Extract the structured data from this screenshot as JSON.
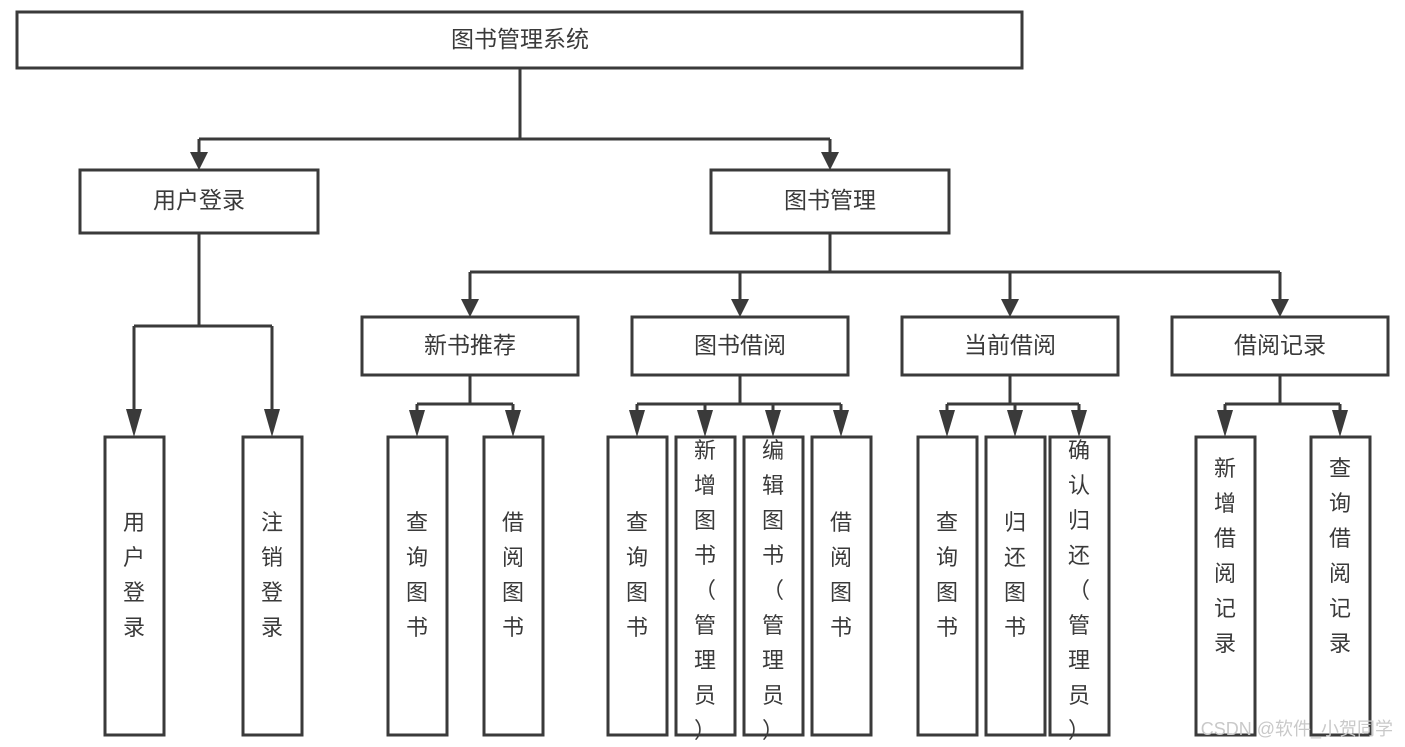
{
  "diagram": {
    "title": "图书管理系统",
    "type": "tree-hierarchy",
    "root": {
      "label": "图书管理系统"
    },
    "level2": [
      {
        "label": "用户登录"
      },
      {
        "label": "图书管理"
      }
    ],
    "level3": [
      {
        "label": "新书推荐"
      },
      {
        "label": "图书借阅"
      },
      {
        "label": "当前借阅"
      },
      {
        "label": "借阅记录"
      }
    ],
    "leaves": {
      "user_login": [
        "用户登录",
        "注销登录"
      ],
      "new_book_recommend": [
        "查询图书",
        "借阅图书"
      ],
      "book_borrow": [
        "查询图书",
        "新增图书（管理员）",
        "编辑图书（管理员）",
        "借阅图书"
      ],
      "current_borrow": [
        "查询图书",
        "归还图书",
        "确认归还（管理员）"
      ],
      "borrow_record": [
        "新增借阅记录",
        "查询借阅记录"
      ]
    }
  },
  "watermark": {
    "text": "CSDN @软件_小贺同学"
  },
  "colors": {
    "stroke": "#3a3a3a",
    "fill": "#ffffff",
    "background": "#ffffff",
    "watermark": "#c9c9c9"
  }
}
